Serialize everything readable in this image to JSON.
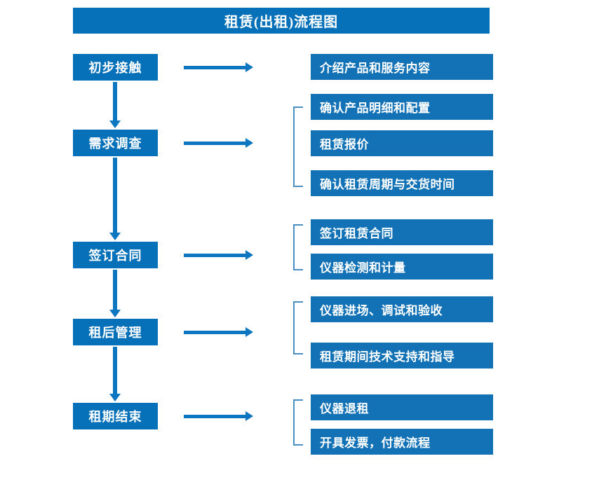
{
  "diagram": {
    "title": "租赁(出租)流程图",
    "accent_color": "#0670b8",
    "detail_color": "#1272b5",
    "arrow_color": "#0c76c0",
    "bracket_color": "#4a8fc4",
    "title_text_color": "#ffffff",
    "background_color": "#ffffff",
    "stages": [
      {
        "label": "初步接触",
        "details": [
          "介绍产品和服务内容"
        ]
      },
      {
        "label": "需求调查",
        "details": [
          "确认产品明细和配置",
          "租赁报价",
          "确认租赁周期与交货时间"
        ]
      },
      {
        "label": "签订合同",
        "details": [
          "签订租赁合同",
          "仪器检测和计量"
        ]
      },
      {
        "label": "租后管理",
        "details": [
          "仪器进场、调试和验收",
          "租赁期间技术支持和指导"
        ]
      },
      {
        "label": "租期结束",
        "details": [
          "仪器退租",
          "开具发票，付款流程"
        ]
      }
    ],
    "detail_items": [
      "介绍产品和服务内容",
      "确认产品明细和配置",
      "租赁报价",
      "确认租赁周期与交货时间",
      "签订租赁合同",
      "仪器检测和计量",
      "仪器进场、调试和验收",
      "租赁期间技术支持和指导",
      "仪器退租",
      "开具发票，付款流程"
    ]
  }
}
